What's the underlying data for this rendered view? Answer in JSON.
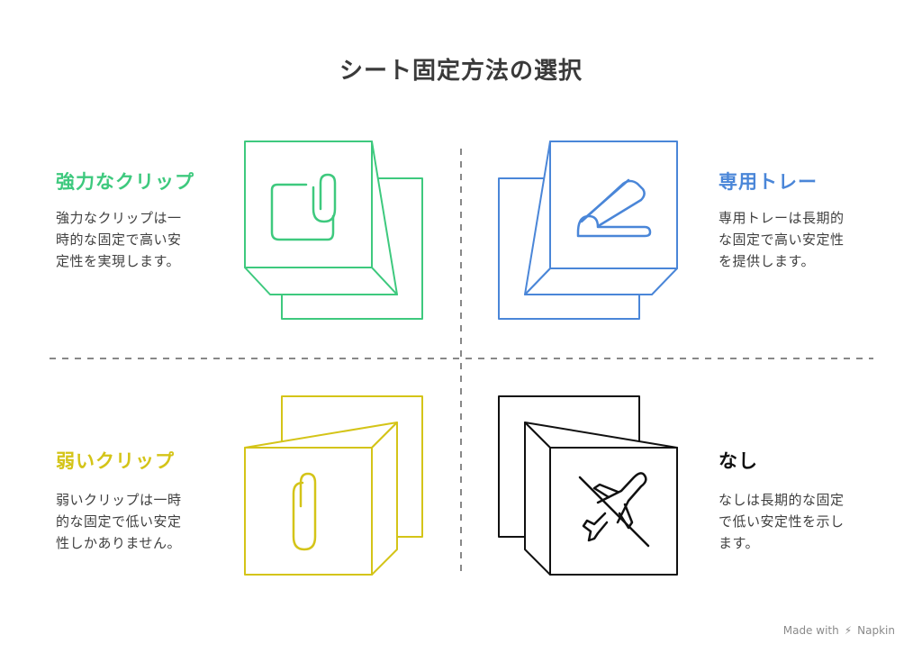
{
  "title": "シート固定方法の選択",
  "quadrants": [
    {
      "heading": "強力なクリップ",
      "color": "#3ec97e",
      "icon": "paperclip-icon",
      "lines": [
        "強力なクリップは一",
        "時的な固定で高い安",
        "定性を実現します。"
      ]
    },
    {
      "heading": "専用トレー",
      "color": "#4a86d8",
      "icon": "stapler-icon",
      "lines": [
        "専用トレーは長期的",
        "な固定で高い安定性",
        "を提供します。"
      ]
    },
    {
      "heading": "弱いクリップ",
      "color": "#d4c418",
      "icon": "paperclip-icon",
      "lines": [
        "弱いクリップは一時",
        "的な固定で低い安定",
        "性しかありません。"
      ]
    },
    {
      "heading": "なし",
      "color": "#111111",
      "icon": "airplane-off-icon",
      "lines": [
        "なしは長期的な固定",
        "で低い安定性を示し",
        "ます。"
      ]
    }
  ],
  "credit": {
    "made_with": "Made with",
    "brand": "Napkin"
  }
}
